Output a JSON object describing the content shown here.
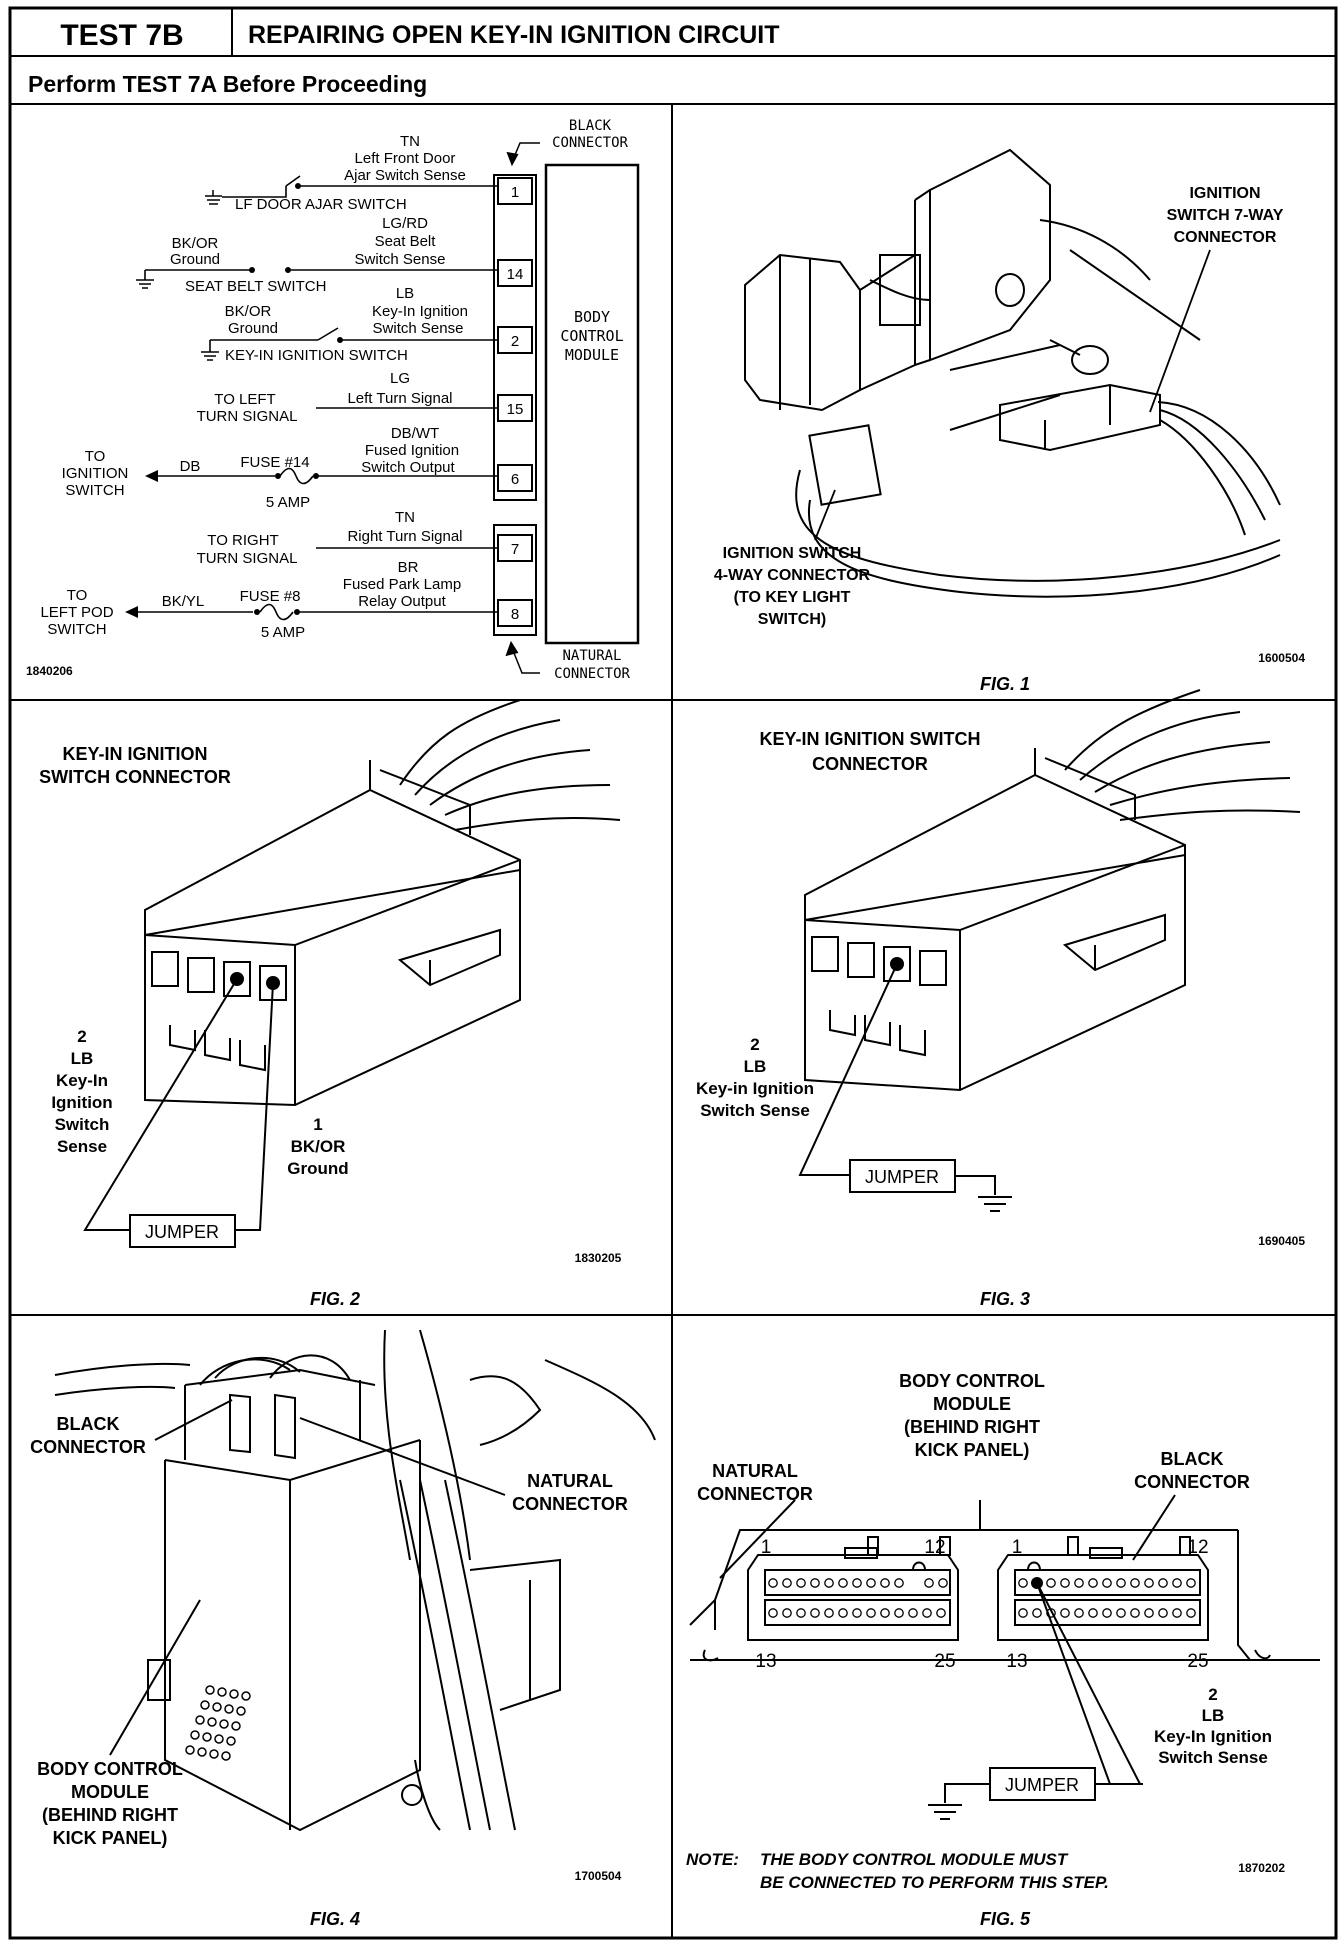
{
  "header": {
    "test_id": "TEST 7B",
    "title": "REPAIRING OPEN KEY-IN IGNITION CIRCUIT",
    "subtitle": "Perform TEST 7A Before Proceeding"
  },
  "schematic": {
    "black_connector": [
      "BLACK",
      "CONNECTOR"
    ],
    "natural_connector": [
      "NATURAL",
      "CONNECTOR"
    ],
    "module": [
      "BODY",
      "CONTROL",
      "MODULE"
    ],
    "pins": [
      "1",
      "14",
      "2",
      "15",
      "6",
      "7",
      "8"
    ],
    "c1": {
      "color": "TN",
      "label": [
        "Left Front Door",
        "Ajar Switch Sense"
      ],
      "switch": "LF DOOR AJAR SWITCH"
    },
    "c14": {
      "color": "LG/RD",
      "label": [
        "Seat Belt",
        "Switch Sense"
      ],
      "gnd_color": [
        "BK/OR",
        "Ground"
      ],
      "switch": "SEAT BELT SWITCH"
    },
    "c2": {
      "color": "LB",
      "label": [
        "Key-In Ignition",
        "Switch Sense"
      ],
      "gnd_color": [
        "BK/OR",
        "Ground"
      ],
      "switch": "KEY-IN IGNITION SWITCH"
    },
    "c15": {
      "color": "LG",
      "label": "Left Turn Signal",
      "to": [
        "TO LEFT",
        "TURN SIGNAL"
      ]
    },
    "c6": {
      "color": "DB/WT",
      "label": [
        "Fused Ignition",
        "Switch Output"
      ],
      "to": [
        "TO",
        "IGNITION",
        "SWITCH"
      ],
      "wire": "DB",
      "fuse": "FUSE #14",
      "amp": "5 AMP"
    },
    "c7": {
      "color": "TN",
      "label": "Right Turn Signal",
      "to": [
        "TO RIGHT",
        "TURN SIGNAL"
      ]
    },
    "c8": {
      "color": "BR",
      "label": [
        "Fused Park Lamp",
        "Relay Output"
      ],
      "to": [
        "TO",
        "LEFT POD",
        "SWITCH"
      ],
      "wire": "BK/YL",
      "fuse": "FUSE #8",
      "amp": "5 AMP"
    },
    "ref": "1840206"
  },
  "fig1": {
    "caption": "FIG. 1",
    "ref": "1600504",
    "label_7way": [
      "IGNITION",
      "SWITCH 7-WAY",
      "CONNECTOR"
    ],
    "label_4way": [
      "IGNITION SWITCH",
      "4-WAY CONNECTOR",
      "(TO KEY LIGHT",
      "SWITCH)"
    ]
  },
  "fig2": {
    "caption": "FIG. 2",
    "ref": "1830205",
    "title": [
      "KEY-IN IGNITION",
      "SWITCH CONNECTOR"
    ],
    "pin2": [
      "2",
      "LB",
      "Key-In",
      "Ignition",
      "Switch",
      "Sense"
    ],
    "pin1": [
      "1",
      "BK/OR",
      "Ground"
    ],
    "jumper": "JUMPER"
  },
  "fig3": {
    "caption": "FIG. 3",
    "ref": "1690405",
    "title": [
      "KEY-IN IGNITION SWITCH",
      "CONNECTOR"
    ],
    "pin2": [
      "2",
      "LB",
      "Key-in Ignition",
      "Switch Sense"
    ],
    "jumper": "JUMPER"
  },
  "fig4": {
    "caption": "FIG. 4",
    "ref": "1700504",
    "black": [
      "BLACK",
      "CONNECTOR"
    ],
    "natural": [
      "NATURAL",
      "CONNECTOR"
    ],
    "module": [
      "BODY CONTROL",
      "MODULE",
      "(BEHIND RIGHT",
      "KICK PANEL)"
    ]
  },
  "fig5": {
    "caption": "FIG. 5",
    "ref": "1870202",
    "module": [
      "BODY CONTROL",
      "MODULE",
      "(BEHIND RIGHT",
      "KICK PANEL)"
    ],
    "natural": [
      "NATURAL",
      "CONNECTOR"
    ],
    "black": [
      "BLACK",
      "CONNECTOR"
    ],
    "pins": [
      "1",
      "12",
      "13",
      "25"
    ],
    "pin2": [
      "2",
      "LB",
      "Key-In Ignition",
      "Switch Sense"
    ],
    "jumper": "JUMPER",
    "note_label": "NOTE:",
    "note": [
      "THE BODY CONTROL MODULE MUST",
      "BE CONNECTED TO PERFORM THIS STEP."
    ]
  }
}
